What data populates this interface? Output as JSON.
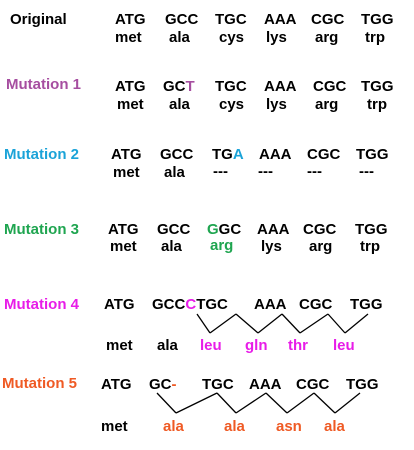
{
  "colors": {
    "default": "#000000",
    "mut1": "#a64ea0",
    "mut2": "#1ba3d8",
    "mut3": "#1fa550",
    "mut4": "#e81ce8",
    "mut5": "#ef5a24"
  },
  "rows": [
    {
      "label": "Original",
      "codons": [
        "ATG",
        "GCC",
        "TGC",
        "AAA",
        "CGC",
        "TGG"
      ],
      "aminos": [
        "met",
        "ala",
        "cys",
        "lys",
        "arg",
        "trp"
      ]
    },
    {
      "label": "Mutation 1",
      "codons": [
        "ATG",
        "GCT",
        "TGC",
        "AAA",
        "CGC",
        "TGG"
      ],
      "aminos": [
        "met",
        "ala",
        "cys",
        "lys",
        "arg",
        "trp"
      ]
    },
    {
      "label": "Mutation 2",
      "codons": [
        "ATG",
        "GCC",
        "TGA",
        "AAA",
        "CGC",
        "TGG"
      ],
      "aminos": [
        "met",
        "ala",
        "---",
        "---",
        "---",
        "---"
      ]
    },
    {
      "label": "Mutation 3",
      "codons": [
        "ATG",
        "GCC",
        "GGC",
        "AAA",
        "CGC",
        "TGG"
      ],
      "aminos": [
        "met",
        "ala",
        "arg",
        "lys",
        "arg",
        "trp"
      ]
    },
    {
      "label": "Mutation 4",
      "codons": [
        "ATG",
        "GCCCTGC",
        "AAA",
        "CGC",
        "TGG"
      ],
      "aminos": [
        "met",
        "ala",
        "leu",
        "gln",
        "thr",
        "leu"
      ]
    },
    {
      "label": "Mutation 5",
      "codons": [
        "ATG",
        "GC-",
        "TGC",
        "AAA",
        "CGC",
        "TGG"
      ],
      "aminos": [
        "met",
        "ala",
        "ala",
        "asn",
        "ala"
      ]
    }
  ]
}
